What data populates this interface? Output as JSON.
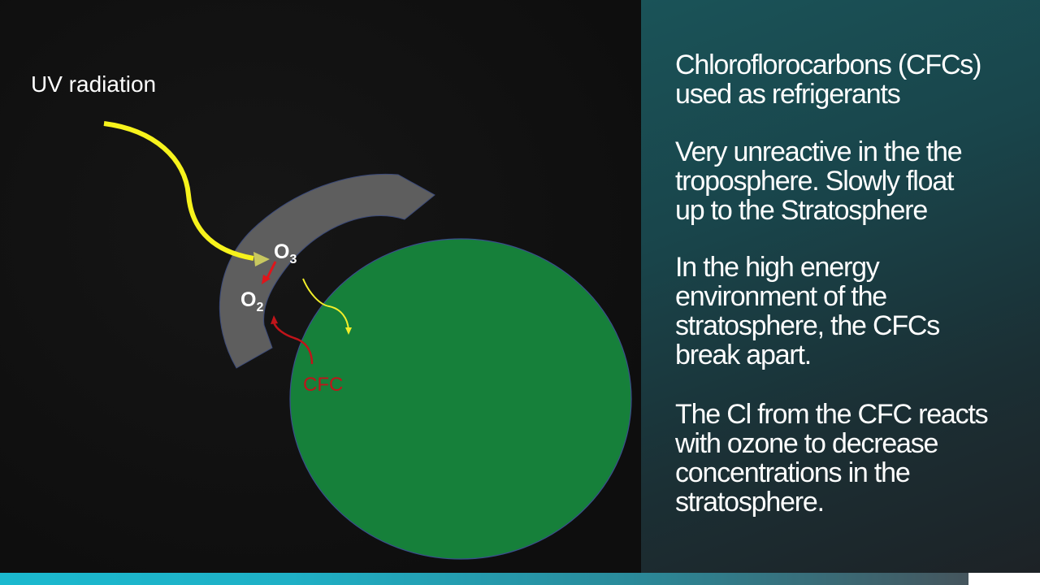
{
  "slide": {
    "diagram": {
      "uv_label": "UV radiation",
      "ozone_label": {
        "symbol": "O",
        "subscript": "3"
      },
      "oxygen_label": {
        "symbol": "O",
        "subscript": "2"
      },
      "cfc_label": "CFC",
      "colors": {
        "background": "#111111",
        "earth": "#16803a",
        "ozone_layer": "#5e5e5e",
        "uv_arrow": "#f7f31c",
        "reaction_arrow": "#e0141a",
        "cfc_text": "#c0141a",
        "transmitted_uv": "#f2ee2a"
      }
    },
    "bullets": [
      {
        "lines": [
          "Chloroflorocarbons (CFCs)",
          "used as refrigerants"
        ]
      },
      {
        "lines": [
          "Very unreactive in the the",
          "troposphere. Slowly float",
          "up to the Stratosphere"
        ]
      },
      {
        "lines": [
          "In the high energy",
          "environment of the",
          "stratosphere, the CFCs",
          "break apart."
        ]
      },
      {
        "lines": [
          "The Cl from the CFC reacts",
          "with ozone to decrease",
          "concentrations in the",
          "stratosphere."
        ]
      }
    ],
    "colors": {
      "right_panel_start": "#1a5358",
      "right_panel_end": "#1d2226",
      "bottom_bar_start": "#1bb9cf",
      "bottom_bar_end": "#45555d"
    }
  }
}
